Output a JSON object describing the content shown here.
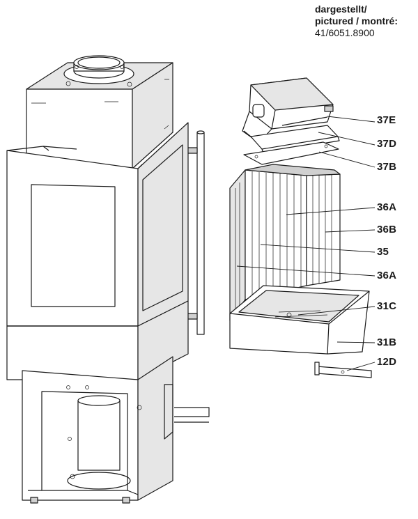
{
  "header": {
    "line1": "dargestellt/",
    "line2": "pictured / montré:",
    "code": "41/6051.8900"
  },
  "callouts": [
    {
      "id": "37E",
      "label": "37E"
    },
    {
      "id": "37D",
      "label": "37D"
    },
    {
      "id": "37B",
      "label": "37B"
    },
    {
      "id": "36A-top",
      "label": "36A"
    },
    {
      "id": "36B",
      "label": "36B"
    },
    {
      "id": "35",
      "label": "35"
    },
    {
      "id": "36A-bottom",
      "label": "36A"
    },
    {
      "id": "31C",
      "label": "31C"
    },
    {
      "id": "31B",
      "label": "31B"
    },
    {
      "id": "12D",
      "label": "12D"
    }
  ]
}
